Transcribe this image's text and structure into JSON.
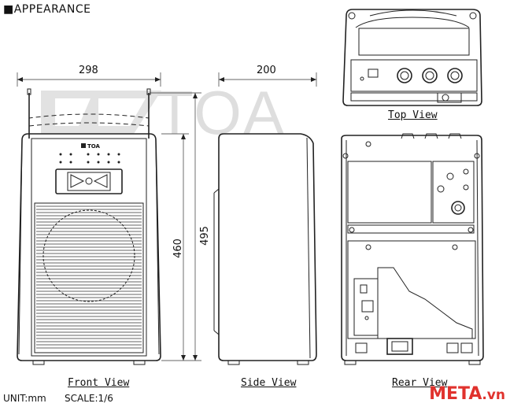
{
  "header": {
    "title": "■APPEARANCE"
  },
  "watermark": {
    "text": "TOA"
  },
  "views": {
    "front": {
      "caption": "Front View",
      "brand_label": "TOA"
    },
    "side": {
      "caption": "Side View"
    },
    "top": {
      "caption": "Top View"
    },
    "rear": {
      "caption": "Rear View"
    }
  },
  "dimensions": {
    "front_width": "298",
    "side_depth": "200",
    "body_height": "460",
    "total_height": "495"
  },
  "footer": {
    "unit": "UNIT:mm",
    "scale": "SCALE:1/6"
  },
  "logo": {
    "name": "META",
    "tld": ".vn",
    "color": "#e0322d"
  },
  "colors": {
    "line": "#222222",
    "watermark": "#c8c8c8",
    "background": "#ffffff"
  }
}
